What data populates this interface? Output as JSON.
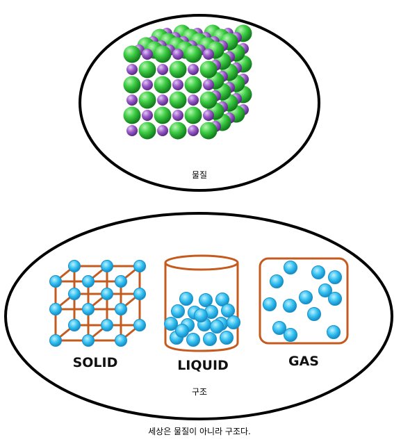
{
  "top_section": {
    "caption": "물질"
  },
  "bottom_section": {
    "caption": "구조",
    "states": [
      {
        "label": "SOLID"
      },
      {
        "label": "LIQUID"
      },
      {
        "label": "GAS"
      }
    ]
  },
  "footer": {
    "text": "세상은 물질이 아니라 구조다."
  },
  "colors": {
    "ellipse_stroke": "#000000",
    "cube_green": "#2fc23f",
    "cube_purple": "#9a5bc8",
    "structure_orange": "#c55a1e",
    "particle_blue": "#29b6e8"
  }
}
